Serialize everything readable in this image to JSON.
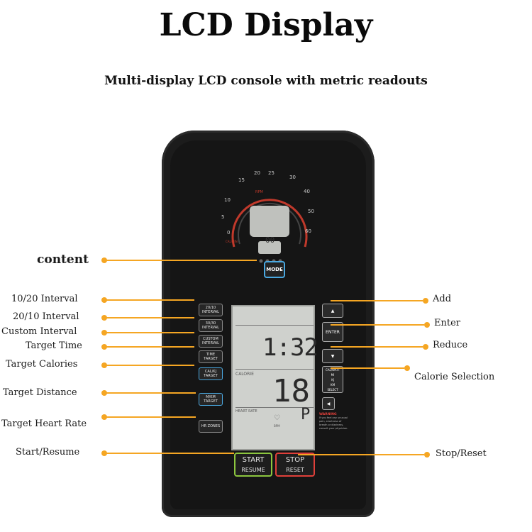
{
  "header": {
    "title": "LCD Display",
    "subtitle": "Multi-display LCD console with metric readouts"
  },
  "console": {
    "mode_label": "MODE",
    "lcd": {
      "time": "1:32",
      "calorie_label": "CALORIE",
      "calorie_value": "18",
      "heart_rate_label": "HEART RATE",
      "heart_rate_unit": "BPM",
      "p_indicator": "P"
    },
    "gauge": {
      "ticks": [
        "0",
        "5",
        "10",
        "15",
        "20",
        "25",
        "30",
        "40",
        "50",
        "60"
      ],
      "center_readout": "00",
      "rpm_label": "RPM",
      "cal_min_label": "CAL/MIN"
    },
    "left_buttons": [
      {
        "label": "20/10 INTERVAL"
      },
      {
        "label": "30/30 INTERVAL"
      },
      {
        "label": "CUSTOM INTERVAL"
      },
      {
        "label": "TIME TARGET"
      },
      {
        "label": "CAL/KJ TARGET"
      },
      {
        "label": "M/KM TARGET"
      },
      {
        "label": "HR ZONES"
      }
    ],
    "right_buttons": {
      "enter": "ENTER",
      "calorie_select": [
        "CAL/WATT",
        "MI",
        "KJ",
        "KM",
        "SELECT"
      ]
    },
    "start_label": "START",
    "resume_label": "RESUME",
    "stop_label": "STOP",
    "reset_label": "RESET",
    "warning_title": "WARNING",
    "warning_text": "If you feel any unusual pain, shortness of breath or dizziness, consult your physician."
  },
  "callouts_left": [
    {
      "label": "content"
    },
    {
      "label": "10/20 Interval"
    },
    {
      "label": "20/10 Interval"
    },
    {
      "label": "Custom Interval"
    },
    {
      "label": "Target Time"
    },
    {
      "label": "Target Calories"
    },
    {
      "label": "Target Distance"
    },
    {
      "label": "Target Heart Rate"
    },
    {
      "label": "Start/Resume"
    }
  ],
  "callouts_right": [
    {
      "label": "Add"
    },
    {
      "label": "Enter"
    },
    {
      "label": "Reduce"
    },
    {
      "label": "Calorie Selection"
    },
    {
      "label": "Stop/Reset"
    }
  ],
  "colors": {
    "accent": "#f5a623",
    "start_border": "#8cc63f",
    "stop_border": "#e0403a",
    "mode_border": "#4aa8e0"
  }
}
